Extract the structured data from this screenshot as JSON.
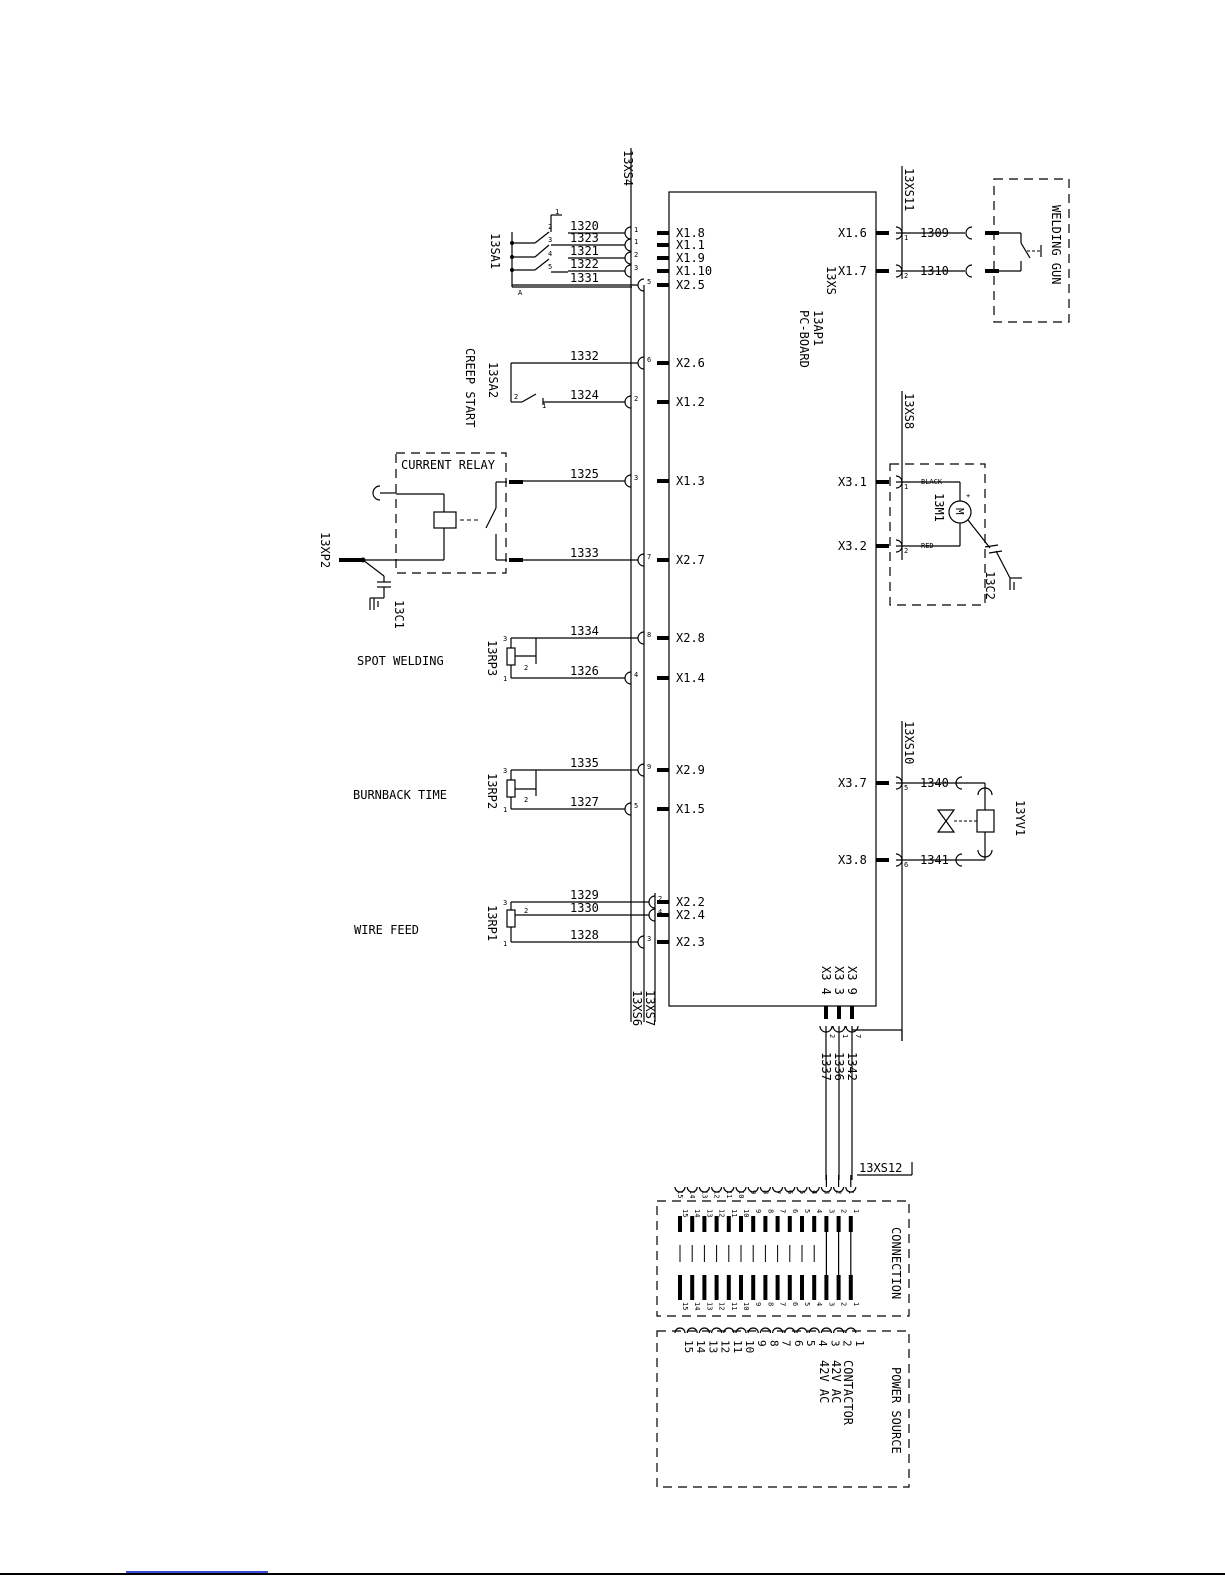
{
  "labels": {
    "pcb_ref": "13AP1",
    "pcb_name": "PC-BOARD",
    "xs": "13XS",
    "xs4": "13XS4",
    "xs6": "13XS6",
    "xs7": "13XS7",
    "xs8": "13XS8",
    "xs10": "13XS10",
    "xs11": "13XS11",
    "xs12": "13XS12",
    "sa1": "13SA1",
    "sa2": "13SA2",
    "creep_start": "CREEP START",
    "current_relay": "CURRENT RELAY",
    "xp2": "13XP2",
    "c1": "13C1",
    "rp3": "13RP3",
    "spot_welding": "SPOT WELDING",
    "rp2": "13RP2",
    "burnback_time": "BURNBACK TIME",
    "rp1": "13RP1",
    "wire_feed": "WIRE FEED",
    "welding_gun": "WELDING GUN",
    "m1": "13M1",
    "m_symbol": "M",
    "black": "BLACK",
    "red": "RED",
    "c2": "13C2",
    "yv1": "13YV1",
    "connection": "CONNECTION",
    "power_source": "POWER SOURCE",
    "contactor": "CONTACTOR",
    "ac42": "42V AC",
    "sa1_common": "A"
  },
  "left_wires": [
    {
      "wire": "1320",
      "pin": "X1.8",
      "pos": "1"
    },
    {
      "wire": "1323",
      "pin": "X1.1",
      "pos": "1"
    },
    {
      "wire": "1321",
      "pin": "X1.9",
      "pos": "2"
    },
    {
      "wire": "1322",
      "pin": "X1.10",
      "pos": "3"
    },
    {
      "wire": "1331",
      "pin": "X2.5",
      "pos": "5"
    },
    {
      "wire": "1332",
      "pin": "X2.6",
      "pos": "6"
    },
    {
      "wire": "1324",
      "pin": "X1.2",
      "pos": "2"
    },
    {
      "wire": "1325",
      "pin": "X1.3",
      "pos": "3"
    },
    {
      "wire": "1333",
      "pin": "X2.7",
      "pos": "7"
    },
    {
      "wire": "1334",
      "pin": "X2.8",
      "pos": "8"
    },
    {
      "wire": "1326",
      "pin": "X1.4",
      "pos": "4"
    },
    {
      "wire": "1335",
      "pin": "X2.9",
      "pos": "9"
    },
    {
      "wire": "1327",
      "pin": "X1.5",
      "pos": "5"
    },
    {
      "wire": "1329",
      "pin": "X2.2",
      "pos": "2"
    },
    {
      "wire": "1330",
      "pin": "X2.4",
      "pos": "4"
    },
    {
      "wire": "1328",
      "pin": "X2.3",
      "pos": "3"
    }
  ],
  "right_wires": [
    {
      "wire": "1309",
      "pin": "X1.6",
      "pos": "1"
    },
    {
      "wire": "1310",
      "pin": "X1.7",
      "pos": "2"
    },
    {
      "wire": "",
      "pin": "X3.1",
      "pos": "1"
    },
    {
      "wire": "",
      "pin": "X3.2",
      "pos": "2"
    },
    {
      "wire": "1340",
      "pin": "X3.7",
      "pos": "5"
    },
    {
      "wire": "1341",
      "pin": "X3.8",
      "pos": "6"
    }
  ],
  "bottom_wires": [
    {
      "wire": "1337",
      "pin": "X3 4",
      "pos": "2"
    },
    {
      "wire": "1336",
      "pin": "X3 3",
      "pos": "1"
    },
    {
      "wire": "1342",
      "pin": "X3 9",
      "pos": "7"
    }
  ],
  "switch_contacts": [
    "1",
    "2",
    "3",
    "4",
    "5"
  ],
  "pot_pins": [
    "3",
    "2",
    "1"
  ],
  "sa2_pins": [
    "2",
    "1"
  ],
  "motor_polarity": "+",
  "terminal_numbers": [
    "15",
    "14",
    "13",
    "12",
    "11",
    "10",
    "9",
    "8",
    "7",
    "6",
    "5",
    "4",
    "3",
    "2",
    "1"
  ]
}
